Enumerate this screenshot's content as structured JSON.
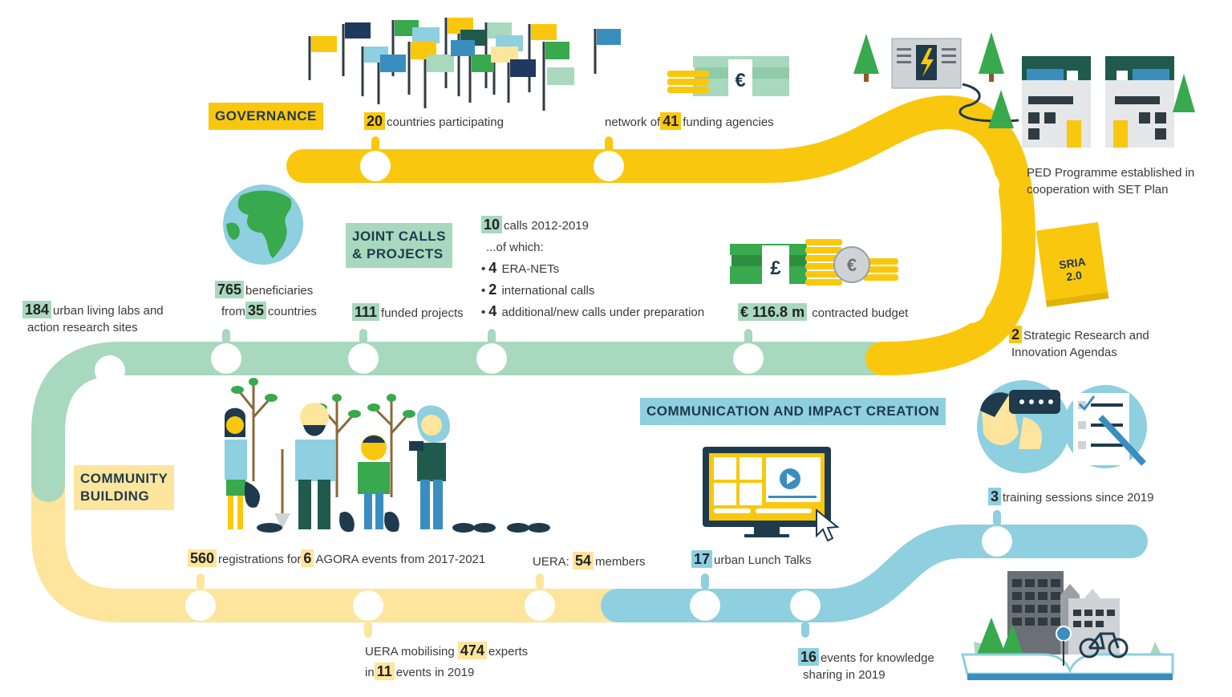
{
  "sections": {
    "governance": "GOVERNANCE",
    "joint_calls": [
      "JOINT CALLS",
      "& PROJECTS"
    ],
    "community": [
      "COMMUNITY",
      "BUILDING"
    ],
    "communication": "COMMUNICATION AND IMPACT CREATION"
  },
  "stats": {
    "countries": {
      "num": "20",
      "text": "countries participating"
    },
    "funding": {
      "pre": "network of",
      "num": "41",
      "text": "funding agencies"
    },
    "ped": [
      "PED Programme established in",
      "cooperation with SET Plan"
    ],
    "sria": {
      "num": "2",
      "lines": [
        "Strategic Research and",
        "Innovation Agendas"
      ]
    },
    "sria_book": [
      "SRIA",
      "2.0"
    ],
    "calls": {
      "num": "10",
      "text": "calls 2012-2019",
      "of_which": "...of which:",
      "items": [
        {
          "num": "4",
          "text": "ERA-NETs"
        },
        {
          "num": "2",
          "text": "international calls"
        },
        {
          "num": "4",
          "text": "additional/new calls under preparation"
        }
      ]
    },
    "budget": {
      "num": "€ 116.8 m",
      "text": "contracted budget"
    },
    "projects": {
      "num": "111",
      "text": "funded projects"
    },
    "beneficiaries": {
      "num": "765",
      "text": "beneficiaries",
      "pre2": "from",
      "num2": "35",
      "text2": "countries"
    },
    "labs": {
      "num": "184",
      "text": "urban living labs and",
      "line2": "action research sites"
    },
    "agora": {
      "num": "560",
      "text": "registrations for",
      "num2": "6",
      "text2": "AGORA events from 2017-2021"
    },
    "uera_members": {
      "pre": "UERA:",
      "num": "54",
      "text": "members"
    },
    "uera_experts": {
      "pre": "UERA mobilising",
      "num": "474",
      "text": "experts",
      "pre2": "in",
      "num2": "11",
      "text2": "events in 2019"
    },
    "lunch": {
      "num": "17",
      "text": "urban Lunch Talks"
    },
    "events": {
      "num": "16",
      "text": "events for knowledge",
      "line2": "sharing in 2019"
    },
    "training": {
      "num": "3",
      "text": "training sessions since 2019"
    }
  },
  "icons": [
    "flags-icon",
    "money-stack-icon",
    "power-plant-icon",
    "houses-icon",
    "globe-icon",
    "cash-coins-icon",
    "sria-book-icon",
    "people-planting-icon",
    "video-screen-icon",
    "consulting-icon",
    "city-icon"
  ],
  "colors": {
    "yellow": "#f9c80e",
    "green": "#a8d8bd",
    "lightyellow": "#fde59d",
    "blue": "#8ecfe0",
    "navy": "#1f3a4d"
  }
}
